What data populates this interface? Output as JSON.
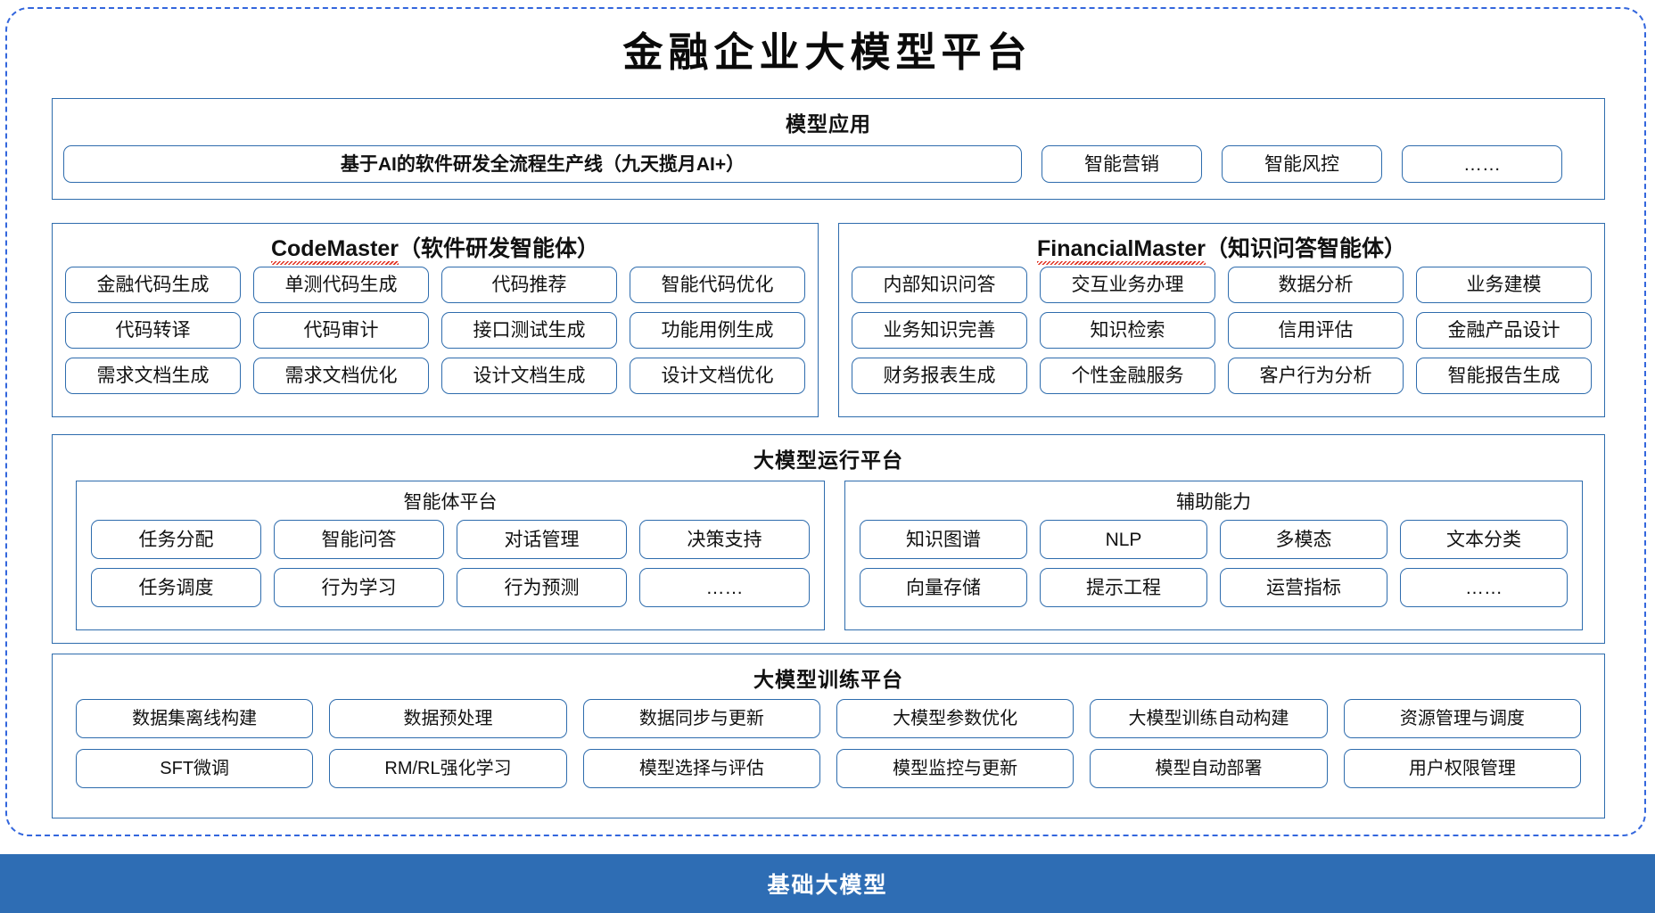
{
  "title": "金融企业大模型平台",
  "colors": {
    "outer_frame": "#3366dd",
    "panel_border": "#2e6cad",
    "foundation_bar": "#2e6db4",
    "spellcheck_underline": "#e03020"
  },
  "model_application": {
    "heading": "模型应用",
    "main_item": "基于AI的软件研发全流程生产线（九天揽月AI+）",
    "chips": [
      "智能营销",
      "智能风控",
      "……"
    ]
  },
  "agents": [
    {
      "name_en": "CodeMaster",
      "name_cn": "（软件研发智能体）",
      "items": [
        "金融代码生成",
        "单测代码生成",
        "代码推荐",
        "智能代码优化",
        "代码转译",
        "代码审计",
        "接口测试生成",
        "功能用例生成",
        "需求文档生成",
        "需求文档优化",
        "设计文档生成",
        "设计文档优化"
      ]
    },
    {
      "name_en": "FinancialMaster",
      "name_cn": "（知识问答智能体）",
      "items": [
        "内部知识问答",
        "交互业务办理",
        "数据分析",
        "业务建模",
        "业务知识完善",
        "知识检索",
        "信用评估",
        "金融产品设计",
        "财务报表生成",
        "个性金融服务",
        "客户行为分析",
        "智能报告生成"
      ]
    }
  ],
  "runtime_platform": {
    "heading": "大模型运行平台",
    "groups": [
      {
        "title": "智能体平台",
        "items": [
          "任务分配",
          "智能问答",
          "对话管理",
          "决策支持",
          "任务调度",
          "行为学习",
          "行为预测",
          "……"
        ]
      },
      {
        "title": "辅助能力",
        "items": [
          "知识图谱",
          "NLP",
          "多模态",
          "文本分类",
          "向量存储",
          "提示工程",
          "运营指标",
          "……"
        ]
      }
    ]
  },
  "training_platform": {
    "heading": "大模型训练平台",
    "items": [
      "数据集离线构建",
      "数据预处理",
      "数据同步与更新",
      "大模型参数优化",
      "大模型训练自动构建",
      "资源管理与调度",
      "SFT微调",
      "RM/RL强化学习",
      "模型选择与评估",
      "模型监控与更新",
      "模型自动部署",
      "用户权限管理"
    ]
  },
  "foundation": {
    "label": "基础大模型"
  }
}
